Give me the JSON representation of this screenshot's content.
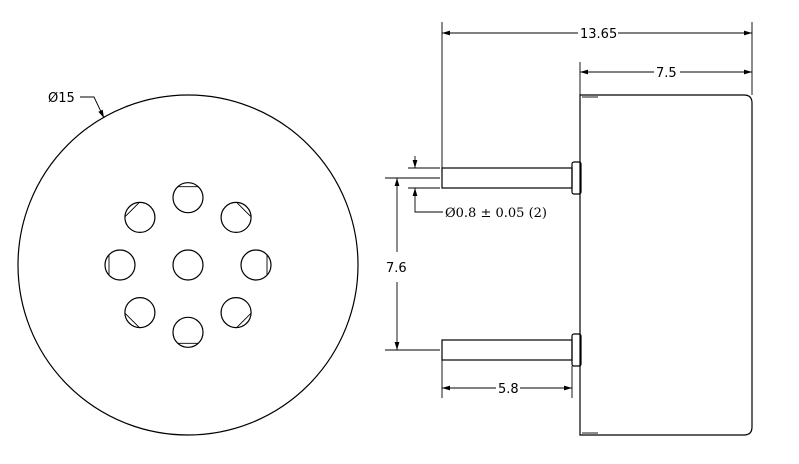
{
  "front_view": {
    "outer_diameter_label": "Ø15",
    "hole_count": 9
  },
  "side_view": {
    "overall_length_label": "13.65",
    "body_length_label": "7.5",
    "pin_spacing_label": "7.6",
    "pin_length_label": "5.8",
    "pin_diameter_label": "Ø0.8 ± 0.05 (2)"
  }
}
